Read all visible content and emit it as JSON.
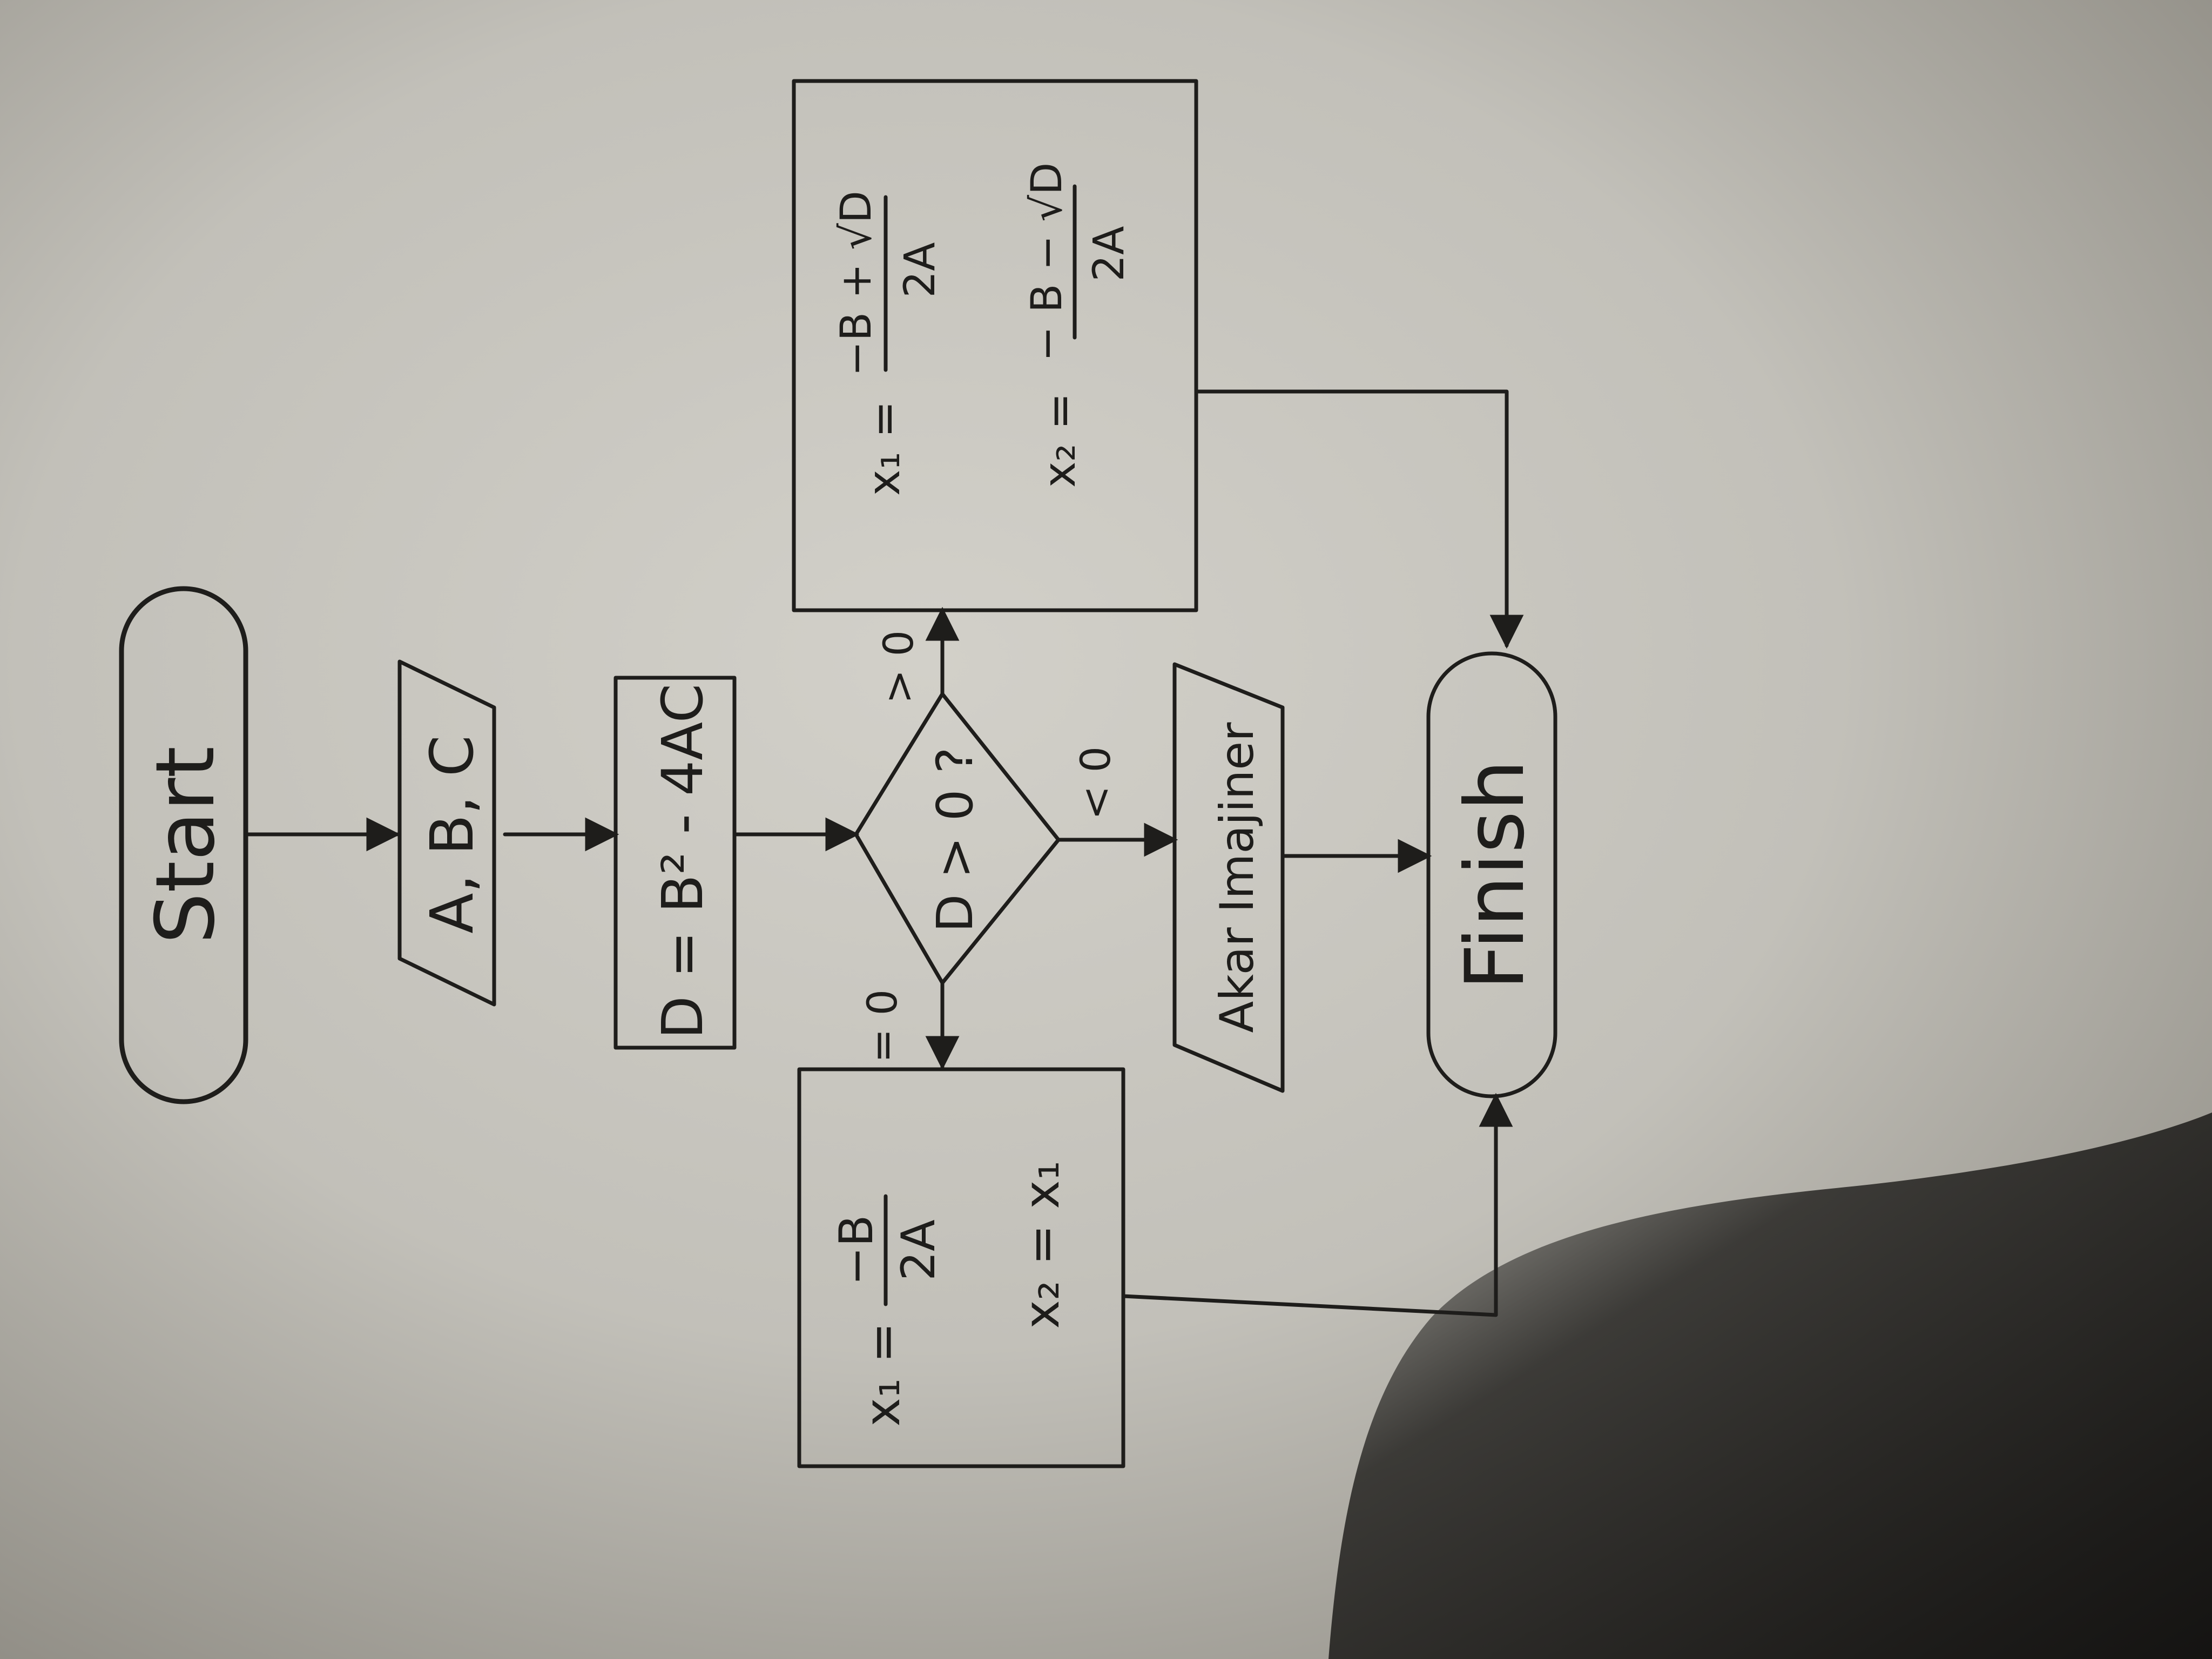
{
  "diagram": {
    "type": "flowchart",
    "orientation": "rotated 90 degrees counter-clockwise",
    "nodes": {
      "start": {
        "label": "Start",
        "shape": "terminator"
      },
      "input": {
        "label": "A, B, C",
        "shape": "parallelogram"
      },
      "process": {
        "label": "D = B² - 4AC",
        "shape": "rectangle"
      },
      "decision": {
        "label": "D > 0 ?",
        "shape": "diamond"
      },
      "positive": {
        "shape": "rectangle",
        "x1_lhs": "x₁ =",
        "x1_num": "−B + √D",
        "x1_den": "2A",
        "x2_lhs": "x₂ =",
        "x2_num": "− B − √D",
        "x2_den": "2A"
      },
      "zero": {
        "shape": "rectangle",
        "x1_lhs": "x₁ =",
        "x1_num": "−B",
        "x1_den": "2A",
        "x2_line": "x₂ = x₁"
      },
      "imaginary": {
        "label": "Akar Imajiner",
        "shape": "parallelogram"
      },
      "finish": {
        "label": "Finish",
        "shape": "terminator"
      }
    },
    "branches": {
      "gt": "> 0",
      "eq": "= 0",
      "lt": "< 0"
    }
  },
  "colors": {
    "ink": "#1e1d1b",
    "paper_light": "#cfcdc6",
    "paper_dark": "#8d8a82",
    "shadow": "#141311"
  }
}
